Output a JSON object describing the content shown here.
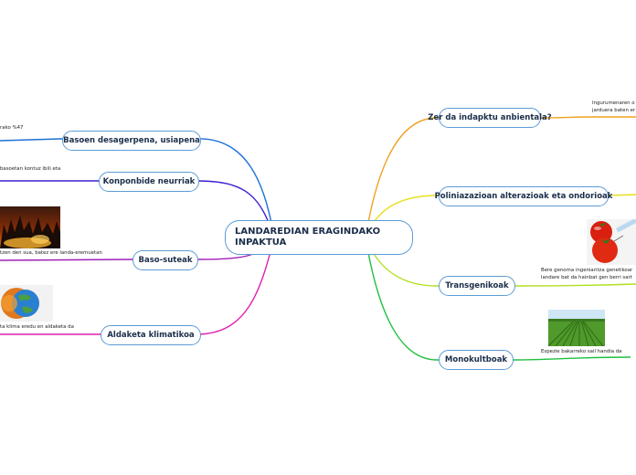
{
  "center": {
    "label": "LANDAREDIAN ERAGINDAKO INPAKTUA"
  },
  "branches": {
    "basoen": {
      "label": "Basoen desagerpena, usiapena",
      "note": "rako %47",
      "color": "#1f6fd8"
    },
    "konponbide": {
      "label": "Konponbide neurriak",
      "note": "basoetan kontuz ibili eta",
      "color": "#3b1fd0"
    },
    "basosuteak": {
      "label": "Baso-suteak",
      "note": "tzen den sua, batez ere landa-eremuetan",
      "color": "#a01fb8"
    },
    "aldaketa": {
      "label": "Aldaketa klimatikoa",
      "note": "ta klima eredu en aldaketa da",
      "color": "#e020b0"
    },
    "zerda": {
      "label": "Zer da indapktu anbientala?",
      "note_line1": "Ingurumenaren o",
      "note_line2": "jarduera baten er",
      "color": "#f0a020"
    },
    "poliniazazioa": {
      "label": "Poliniazazioan alterazioak eta ondorioak",
      "color": "#e8e020"
    },
    "transgenikoak": {
      "label": "Transgenikoak",
      "note_line1": "Bere genoma ingeniaritza genetikoar",
      "note_line2": "landare bat da hainbat gen berri sart",
      "color": "#b0e020"
    },
    "monokultboak": {
      "label": "Monokultboak",
      "note": "Espezie bakarreko sail handia da",
      "color": "#20c040"
    }
  }
}
